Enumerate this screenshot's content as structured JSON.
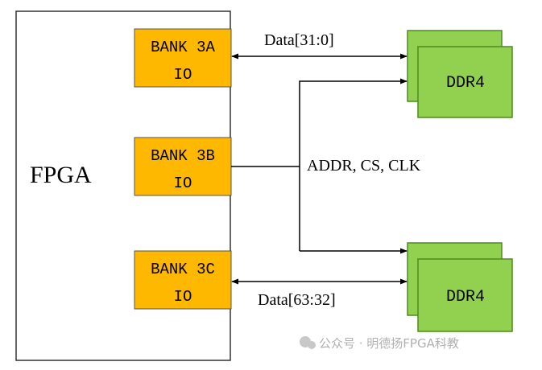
{
  "fpga": {
    "label": "FPGA"
  },
  "banks": [
    {
      "name": "BANK 3A",
      "io": "IO"
    },
    {
      "name": "BANK 3B",
      "io": "IO"
    },
    {
      "name": "BANK 3C",
      "io": "IO"
    }
  ],
  "ddr": [
    {
      "label": "DDR4"
    },
    {
      "label": "DDR4"
    }
  ],
  "signals": {
    "data_top": "Data[31:0]",
    "addr": "ADDR, CS, CLK",
    "data_bottom": "Data[63:32]"
  },
  "watermark": "公众号 · 明德扬FPGA科教",
  "colors": {
    "bank_fill": "#FFB800",
    "ddr_fill": "#92D050",
    "ddr_stroke": "#4E8A1E"
  }
}
